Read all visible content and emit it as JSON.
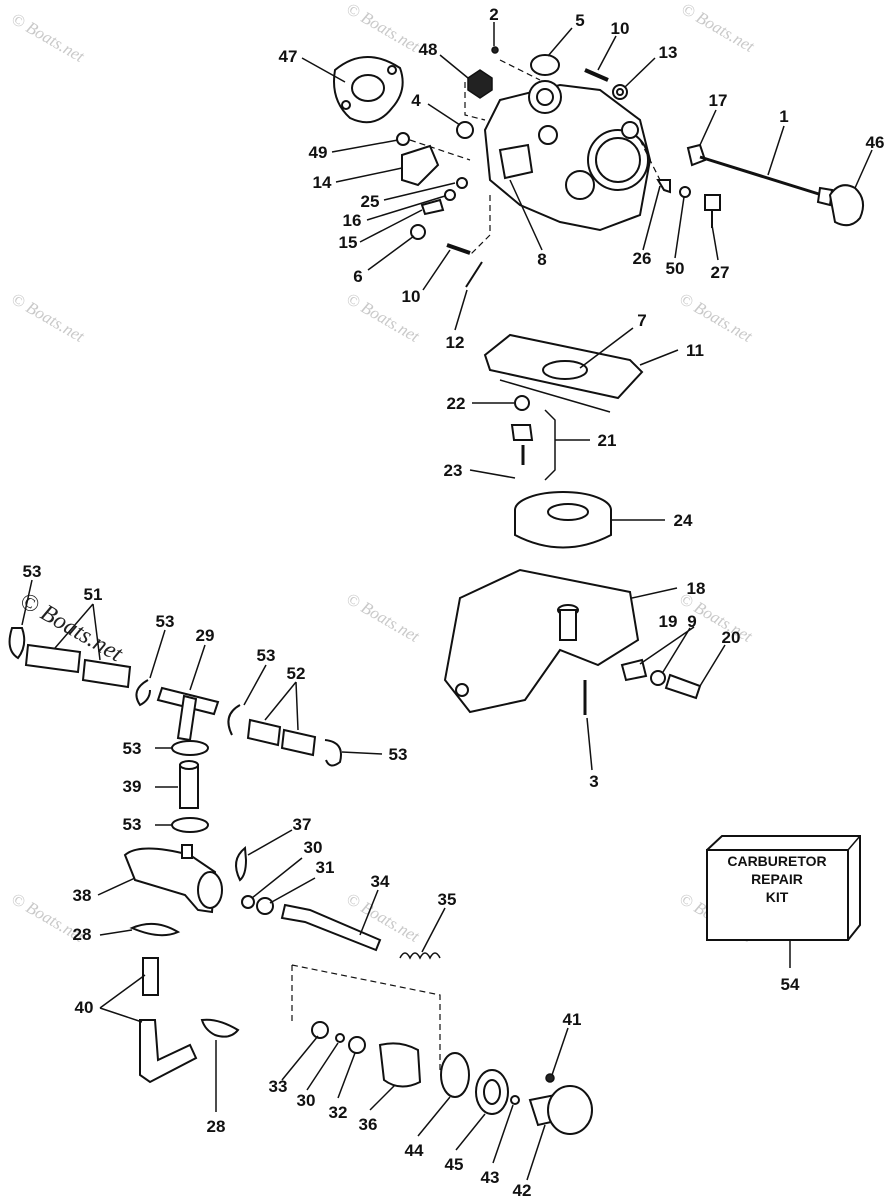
{
  "watermark": "© Boats.net",
  "kit": {
    "line1": "CARBURETOR",
    "line2": "REPAIR",
    "line3": "KIT"
  },
  "parts": [
    {
      "id": "1"
    },
    {
      "id": "2"
    },
    {
      "id": "3"
    },
    {
      "id": "4"
    },
    {
      "id": "5"
    },
    {
      "id": "6"
    },
    {
      "id": "7"
    },
    {
      "id": "8"
    },
    {
      "id": "9"
    },
    {
      "id": "10a",
      "text": "10"
    },
    {
      "id": "10b",
      "text": "10"
    },
    {
      "id": "11"
    },
    {
      "id": "12"
    },
    {
      "id": "13"
    },
    {
      "id": "14"
    },
    {
      "id": "15"
    },
    {
      "id": "16"
    },
    {
      "id": "17"
    },
    {
      "id": "18"
    },
    {
      "id": "19"
    },
    {
      "id": "20"
    },
    {
      "id": "21"
    },
    {
      "id": "22"
    },
    {
      "id": "23"
    },
    {
      "id": "24"
    },
    {
      "id": "25"
    },
    {
      "id": "26"
    },
    {
      "id": "27"
    },
    {
      "id": "28a",
      "text": "28"
    },
    {
      "id": "28b",
      "text": "28"
    },
    {
      "id": "29"
    },
    {
      "id": "30a",
      "text": "30"
    },
    {
      "id": "30b",
      "text": "30"
    },
    {
      "id": "31"
    },
    {
      "id": "32"
    },
    {
      "id": "33"
    },
    {
      "id": "34"
    },
    {
      "id": "35"
    },
    {
      "id": "36"
    },
    {
      "id": "37"
    },
    {
      "id": "38"
    },
    {
      "id": "39"
    },
    {
      "id": "40"
    },
    {
      "id": "41"
    },
    {
      "id": "42"
    },
    {
      "id": "43"
    },
    {
      "id": "44"
    },
    {
      "id": "45"
    },
    {
      "id": "46"
    },
    {
      "id": "47"
    },
    {
      "id": "48"
    },
    {
      "id": "49"
    },
    {
      "id": "50"
    },
    {
      "id": "51"
    },
    {
      "id": "52"
    },
    {
      "id": "53a",
      "text": "53"
    },
    {
      "id": "53b",
      "text": "53"
    },
    {
      "id": "53c",
      "text": "53"
    },
    {
      "id": "53d",
      "text": "53"
    },
    {
      "id": "53e",
      "text": "53"
    },
    {
      "id": "53f",
      "text": "53"
    },
    {
      "id": "54"
    }
  ]
}
